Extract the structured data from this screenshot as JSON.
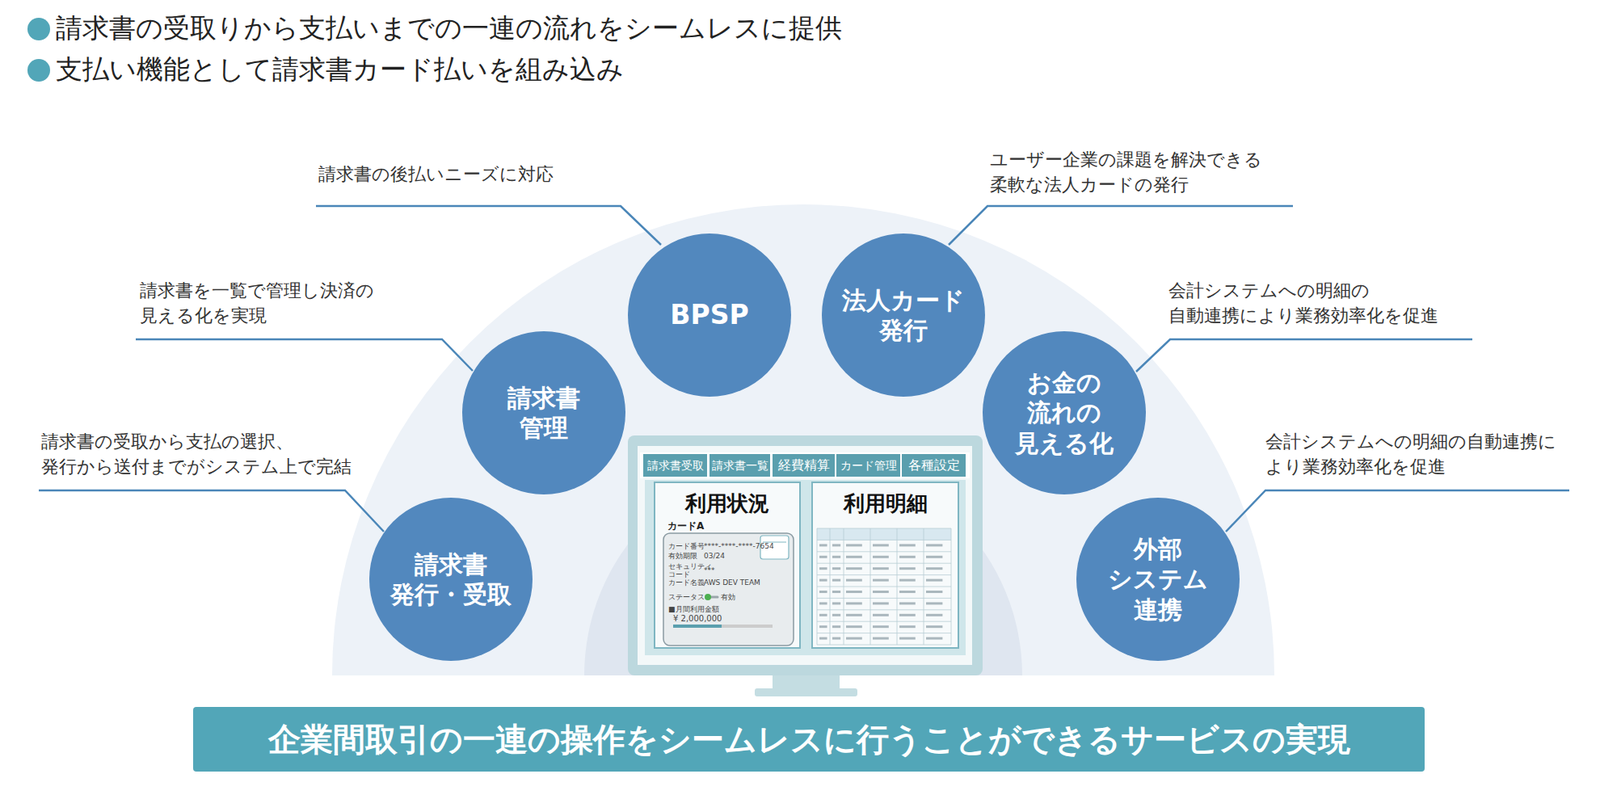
{
  "diagram": {
    "nodes": [
      {
        "text": [
          "BPSP",
          "請求書の後払いニーズに対応"
        ]
      },
      {
        "text": [
          "法人カード 発行",
          "ユーザー企業の課題を解決できる 柔軟な法人カードの発行"
        ]
      },
      {
        "text": [
          "請求書 管理",
          "請求書を一覧で管理し決済の 見える化を実現"
        ]
      },
      {
        "text": [
          "お金の 流れの 見える化",
          "会計システムへの明細の 自動連携により業務効率化を促進"
        ]
      },
      {
        "text": [
          "請求書 発行・受取",
          "請求書の受取から支払の選択、 発行から送付までがシステム上で完結"
        ]
      },
      {
        "text": [
          "外部 システム 連携",
          "会計システムへの明細の自動連携に より業務効率化を促進"
        ]
      },
      {
        "text": [
          "請求書受取"
        ]
      },
      {
        "text": [
          "請求書一覧"
        ]
      },
      {
        "text": [
          "経費精算"
        ]
      },
      {
        "text": [
          "カード管理"
        ]
      },
      {
        "text": [
          "各種設定"
        ]
      },
      {
        "text": [
          "利用状況"
        ]
      },
      {
        "text": [
          "利用明細"
        ]
      },
      {
        "text": [
          "企業間取引の一連の操作をシームレスに行うことができるサービスの実現"
        ]
      }
    ],
    "edges": [],
    "labels": [
      "請求書の受取りから支払いまでの一連の流れをシームレスに提供",
      "支払い機能として請求書カード払いを組み込み",
      "カードA",
      "カード番号",
      "****-****-****-7654",
      "有効期限",
      "03/24",
      "セキュリティ コード",
      "***",
      "カード名義",
      "AWS DEV TEAM",
      "ステータス",
      "有効",
      "■月間利用金額",
      "¥ 2,000,000"
    ]
  }
}
